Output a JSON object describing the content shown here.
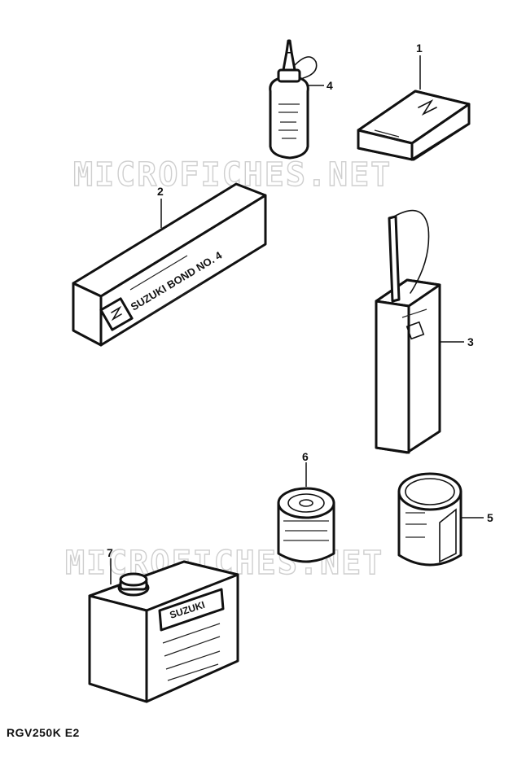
{
  "watermark": "MICROFICHES.NET",
  "page_code": "RGV250K E2",
  "callouts": [
    {
      "number": "1"
    },
    {
      "number": "2"
    },
    {
      "number": "3"
    },
    {
      "number": "4"
    },
    {
      "number": "5"
    },
    {
      "number": "6"
    },
    {
      "number": "7"
    }
  ],
  "packaging": {
    "tube_label": "SUZUKI BOND NO. 4",
    "can7_label": "SUZUKI"
  },
  "colors": {
    "ink": "#111111",
    "watermark": "#cfcfcf",
    "background": "#ffffff"
  }
}
